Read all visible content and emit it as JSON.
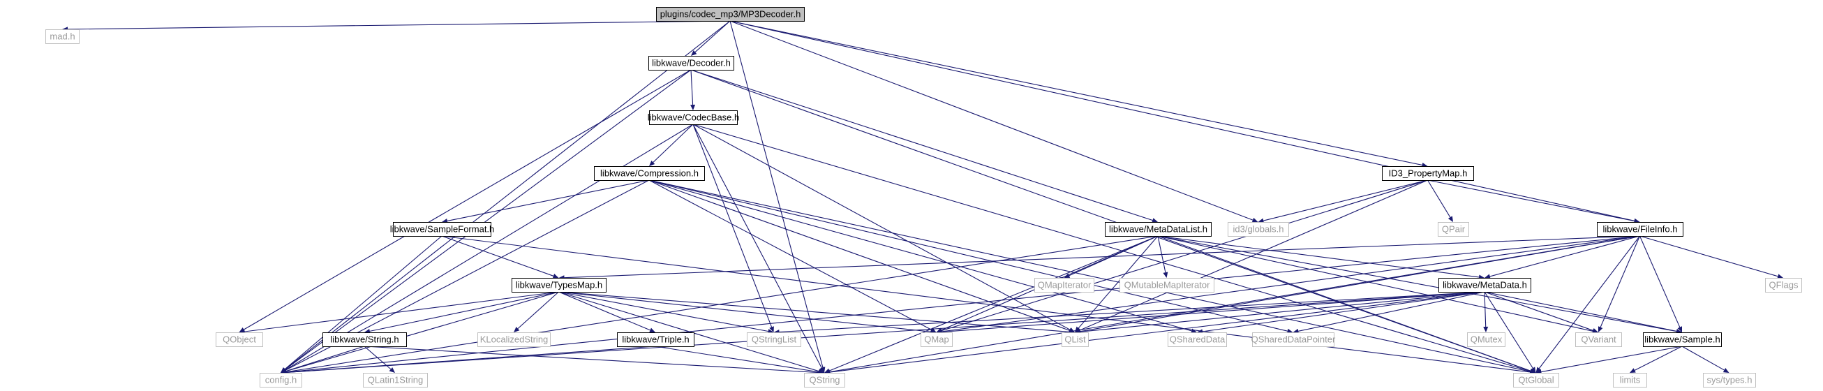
{
  "colors": {
    "edge": "#191970",
    "node_border": "#000000",
    "external_border": "#c0c0c0",
    "external_text": "#9a9a9a",
    "root_fill": "#bfbfbf"
  },
  "nodes": [
    {
      "id": "mp3decoder",
      "label": "plugins/codec_mp3/MP3Decoder.h",
      "kind": "root"
    },
    {
      "id": "mad",
      "label": "mad.h",
      "kind": "external"
    },
    {
      "id": "decoder",
      "label": "libkwave/Decoder.h",
      "kind": "include"
    },
    {
      "id": "codecbase",
      "label": "libkwave/CodecBase.h",
      "kind": "include"
    },
    {
      "id": "compression",
      "label": "libkwave/Compression.h",
      "kind": "include"
    },
    {
      "id": "sampleformat",
      "label": "libkwave/SampleFormat.h",
      "kind": "include"
    },
    {
      "id": "typesmap",
      "label": "libkwave/TypesMap.h",
      "kind": "include"
    },
    {
      "id": "stringh",
      "label": "libkwave/String.h",
      "kind": "include"
    },
    {
      "id": "triple",
      "label": "libkwave/Triple.h",
      "kind": "include"
    },
    {
      "id": "metadatalist",
      "label": "libkwave/MetaDataList.h",
      "kind": "include"
    },
    {
      "id": "metadata",
      "label": "libkwave/MetaData.h",
      "kind": "include"
    },
    {
      "id": "id3propmap",
      "label": "ID3_PropertyMap.h",
      "kind": "include"
    },
    {
      "id": "fileinfo",
      "label": "libkwave/FileInfo.h",
      "kind": "include"
    },
    {
      "id": "sampleh",
      "label": "libkwave/Sample.h",
      "kind": "include"
    },
    {
      "id": "id3globals",
      "label": "id3/globals.h",
      "kind": "external"
    },
    {
      "id": "qpair",
      "label": "QPair",
      "kind": "external"
    },
    {
      "id": "qmapiterator",
      "label": "QMapIterator",
      "kind": "external"
    },
    {
      "id": "qmutablemapiterator",
      "label": "QMutableMapIterator",
      "kind": "external"
    },
    {
      "id": "qflags",
      "label": "QFlags",
      "kind": "external"
    },
    {
      "id": "qobject",
      "label": "QObject",
      "kind": "external"
    },
    {
      "id": "klocalizedstring",
      "label": "KLocalizedString",
      "kind": "external"
    },
    {
      "id": "qstringlist",
      "label": "QStringList",
      "kind": "external"
    },
    {
      "id": "qmap",
      "label": "QMap",
      "kind": "external"
    },
    {
      "id": "qlist",
      "label": "QList",
      "kind": "external"
    },
    {
      "id": "qshareddata",
      "label": "QSharedData",
      "kind": "external"
    },
    {
      "id": "qshareddatapointer",
      "label": "QSharedDataPointer",
      "kind": "external"
    },
    {
      "id": "qmutex",
      "label": "QMutex",
      "kind": "external"
    },
    {
      "id": "qvariant",
      "label": "QVariant",
      "kind": "external"
    },
    {
      "id": "configh",
      "label": "config.h",
      "kind": "external"
    },
    {
      "id": "qlatin1string",
      "label": "QLatin1String",
      "kind": "external"
    },
    {
      "id": "qstring",
      "label": "QString",
      "kind": "external"
    },
    {
      "id": "qtglobal",
      "label": "QtGlobal",
      "kind": "external"
    },
    {
      "id": "limits",
      "label": "limits",
      "kind": "external"
    },
    {
      "id": "systypes",
      "label": "sys/types.h",
      "kind": "external"
    }
  ],
  "edges": [
    [
      "mp3decoder",
      "mad"
    ],
    [
      "mp3decoder",
      "decoder"
    ],
    [
      "mp3decoder",
      "configh"
    ],
    [
      "mp3decoder",
      "qstring"
    ],
    [
      "mp3decoder",
      "id3globals"
    ],
    [
      "mp3decoder",
      "id3propmap"
    ],
    [
      "mp3decoder",
      "fileinfo"
    ],
    [
      "decoder",
      "codecbase"
    ],
    [
      "decoder",
      "configh"
    ],
    [
      "decoder",
      "qobject"
    ],
    [
      "decoder",
      "metadatalist"
    ],
    [
      "decoder",
      "qtglobal"
    ],
    [
      "codecbase",
      "compression"
    ],
    [
      "codecbase",
      "configh"
    ],
    [
      "codecbase",
      "qstringlist"
    ],
    [
      "codecbase",
      "qstring"
    ],
    [
      "codecbase",
      "qlist"
    ],
    [
      "codecbase",
      "qtglobal"
    ],
    [
      "compression",
      "sampleformat"
    ],
    [
      "compression",
      "configh"
    ],
    [
      "compression",
      "qmap"
    ],
    [
      "compression",
      "qlist"
    ],
    [
      "compression",
      "qshareddata"
    ],
    [
      "compression",
      "qshareddatapointer"
    ],
    [
      "compression",
      "qtglobal"
    ],
    [
      "sampleformat",
      "typesmap"
    ],
    [
      "sampleformat",
      "configh"
    ],
    [
      "sampleformat",
      "qtglobal"
    ],
    [
      "typesmap",
      "qobject"
    ],
    [
      "typesmap",
      "configh"
    ],
    [
      "typesmap",
      "stringh"
    ],
    [
      "typesmap",
      "klocalizedstring"
    ],
    [
      "typesmap",
      "triple"
    ],
    [
      "typesmap",
      "qstringlist"
    ],
    [
      "typesmap",
      "qmap"
    ],
    [
      "typesmap",
      "qstring"
    ],
    [
      "typesmap",
      "qlist"
    ],
    [
      "stringh",
      "configh"
    ],
    [
      "stringh",
      "qlatin1string"
    ],
    [
      "stringh",
      "qstring"
    ],
    [
      "triple",
      "configh"
    ],
    [
      "triple",
      "qstring"
    ],
    [
      "metadatalist",
      "qmapiterator"
    ],
    [
      "metadatalist",
      "qmutablemapiterator"
    ],
    [
      "metadatalist",
      "metadata"
    ],
    [
      "metadatalist",
      "qmap"
    ],
    [
      "metadatalist",
      "qlist"
    ],
    [
      "metadatalist",
      "configh"
    ],
    [
      "metadatalist",
      "qstring"
    ],
    [
      "metadatalist",
      "qtglobal"
    ],
    [
      "metadatalist",
      "sampleh"
    ],
    [
      "metadatalist",
      "qvariant"
    ],
    [
      "id3propmap",
      "id3globals"
    ],
    [
      "id3propmap",
      "qpair"
    ],
    [
      "id3propmap",
      "fileinfo"
    ],
    [
      "id3propmap",
      "qmap"
    ],
    [
      "id3propmap",
      "qlist"
    ],
    [
      "fileinfo",
      "typesmap"
    ],
    [
      "fileinfo",
      "metadata"
    ],
    [
      "fileinfo",
      "qflags"
    ],
    [
      "fileinfo",
      "qvariant"
    ],
    [
      "fileinfo",
      "sampleh"
    ],
    [
      "fileinfo",
      "qtglobal"
    ],
    [
      "fileinfo",
      "qlist"
    ],
    [
      "fileinfo",
      "qmap"
    ],
    [
      "fileinfo",
      "configh"
    ],
    [
      "fileinfo",
      "qstring"
    ],
    [
      "metadata",
      "qstringlist"
    ],
    [
      "metadata",
      "qmap"
    ],
    [
      "metadata",
      "qlist"
    ],
    [
      "metadata",
      "qshareddata"
    ],
    [
      "metadata",
      "qshareddatapointer"
    ],
    [
      "metadata",
      "qmutex"
    ],
    [
      "metadata",
      "qvariant"
    ],
    [
      "metadata",
      "configh"
    ],
    [
      "metadata",
      "qstring"
    ],
    [
      "metadata",
      "qtglobal"
    ],
    [
      "metadata",
      "sampleh"
    ],
    [
      "sampleh",
      "qtglobal"
    ],
    [
      "sampleh",
      "limits"
    ],
    [
      "sampleh",
      "systypes"
    ]
  ]
}
